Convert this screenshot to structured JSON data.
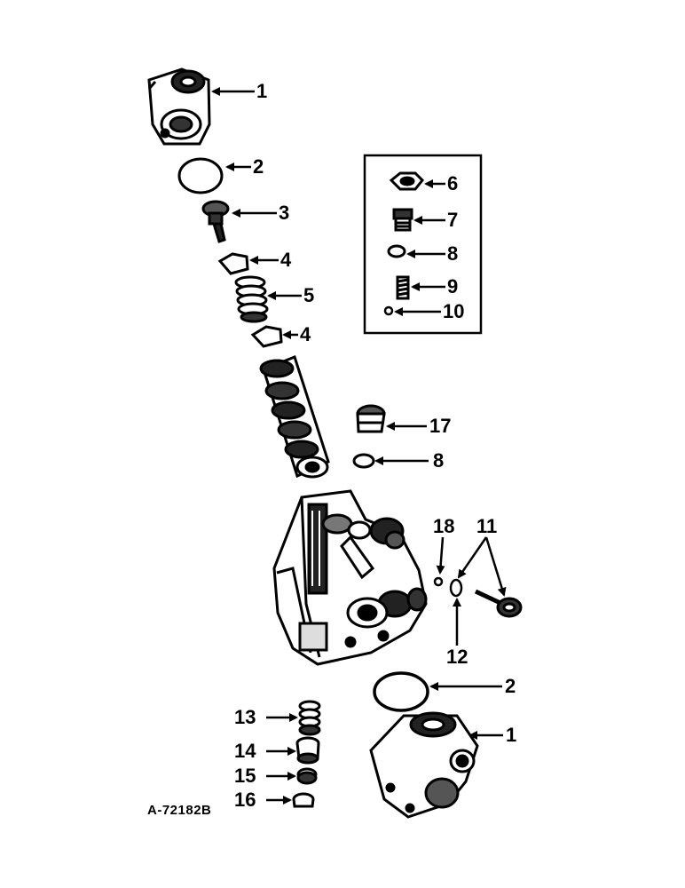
{
  "diagram": {
    "callouts": {
      "c1_top": "1",
      "c2_top": "2",
      "c3": "3",
      "c4_top": "4",
      "c5": "5",
      "c4_bottom": "4",
      "c6": "6",
      "c7": "7",
      "c8_inset": "8",
      "c9": "9",
      "c10": "10",
      "c17": "17",
      "c8_lower": "8",
      "c18": "18",
      "c11": "11",
      "c12": "12",
      "c2_bottom": "2",
      "c13": "13",
      "c1_bottom": "1",
      "c14": "14",
      "c15": "15",
      "c16": "16"
    },
    "figure_code": "A-72182B"
  }
}
